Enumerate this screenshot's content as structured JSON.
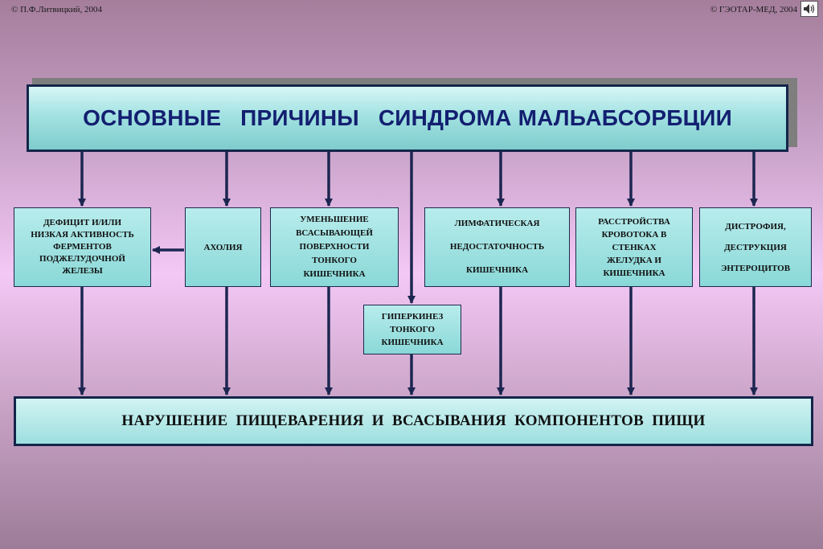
{
  "header": {
    "copyright_left": "© П.Ф.Литвицкий, 2004",
    "copyright_right": "© ГЭОТАР-МЕД, 2004",
    "nav_icon": "speaker-icon"
  },
  "diagram": {
    "title": "ОСНОВНЫЕ   ПРИЧИНЫ   СИНДРОМА МАЛЬАБСОРБЦИИ",
    "causes": {
      "deficit": "ДЕФИЦИТ  И/ИЛИ\nНИЗКАЯ АКТИВНОСТЬ\nФЕРМЕНТОВ\nПОДЖЕЛУДОЧНОЙ\nЖЕЛЕЗЫ",
      "acholia": "АХОЛИЯ",
      "absorb": "УМЕНЬШЕНИЕ\nВСАСЫВАЮЩЕЙ\nПОВЕРХНОСТИ\nТОНКОГО\nКИШЕЧНИКА",
      "hyperkinesis": "ГИПЕРКИНЕЗ\nТОНКОГО\nКИШЕЧНИКА",
      "lymph": "ЛИМФАТИЧЕСКАЯ\nНЕДОСТАТОЧНОСТЬ\nКИШЕЧНИКА",
      "blood": "РАССТРОЙСТВА\nКРОВОТОКА В\nСТЕНКАХ\nЖЕЛУДКА И\nКИШЕЧНИКА",
      "dystrophy": "ДИСТРОФИЯ,\nДЕСТРУКЦИЯ\nЭНТЕРОЦИТОВ"
    },
    "result": "НАРУШЕНИЕ  ПИЩЕВАРЕНИЯ  И  ВСАСЫВАНИЯ  КОМПОНЕНТОВ  ПИЩИ"
  },
  "colors": {
    "line": "#1c2650",
    "title_text": "#131f70",
    "box_fill": "#8ad8d8"
  }
}
